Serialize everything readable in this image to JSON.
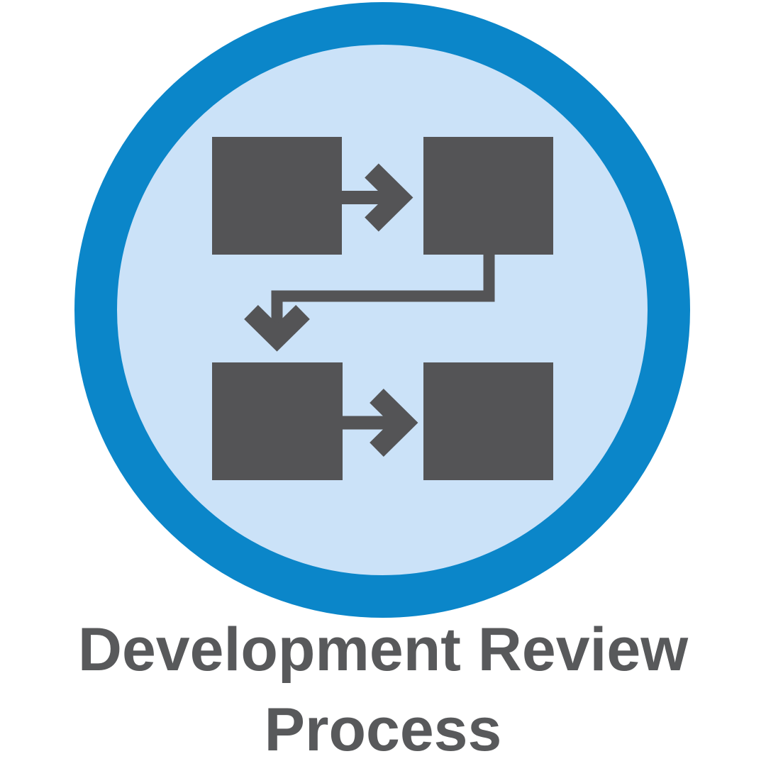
{
  "caption": {
    "text": "Development Review Process"
  },
  "icon": {
    "name": "flowchart-process",
    "box_count": 4
  },
  "colors": {
    "background": "#ffffff",
    "ring_blue": "#0b86c9",
    "inner_blue": "#cbe2f8",
    "icon_gray": "#545456",
    "caption_gray": "#58595b"
  }
}
